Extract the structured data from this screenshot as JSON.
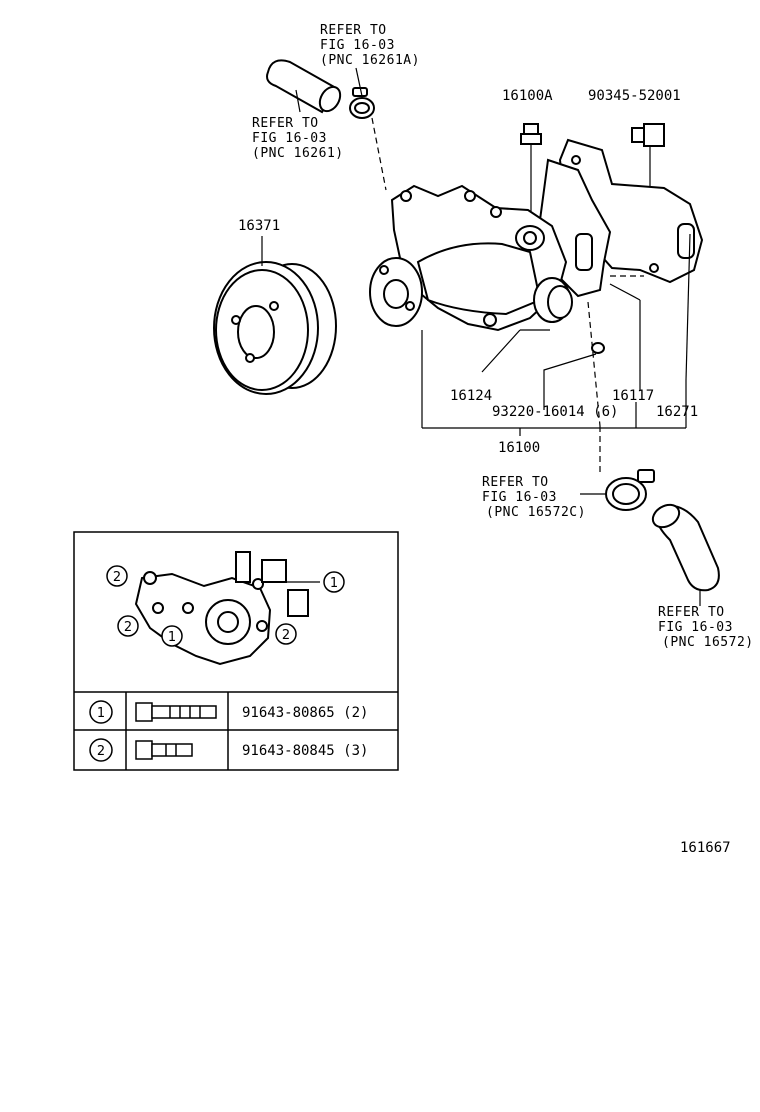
{
  "callouts": {
    "ref_top_clamp": [
      "REFER TO",
      "FIG 16-03",
      "(PNC 16261A)"
    ],
    "ref_top_hose": [
      "REFER TO",
      "FIG 16-03",
      "(PNC 16261)"
    ],
    "ref_bottom_clamp": [
      "REFER TO",
      "FIG 16-03",
      "(PNC 16572C)"
    ],
    "ref_bottom_hose": [
      "REFER TO",
      "FIG 16-03",
      "(PNC 16572)"
    ],
    "plug": "16100A",
    "stud": "90345-52001",
    "pulley": "16371",
    "pump_body": "16124",
    "pump_gasket": "16117",
    "cover_gasket": "16271",
    "o_ring": "93220-16014 (6)",
    "pump_assy": "16100"
  },
  "inset": {
    "markers": [
      "1",
      "2"
    ],
    "rows": [
      {
        "marker": "1",
        "part": "91643-80865 (2)"
      },
      {
        "marker": "2",
        "part": "91643-80845 (3)"
      }
    ]
  },
  "figure_number": "161667"
}
